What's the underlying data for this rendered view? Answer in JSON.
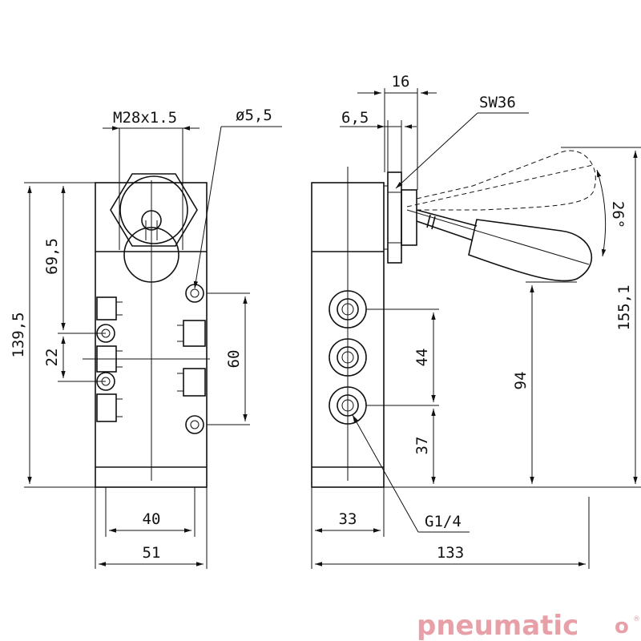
{
  "drawing": {
    "front_view": {
      "thread_label": "M28x1.5",
      "hole_label": "ø5,5",
      "height_total": "139,5",
      "height_upper": "69,5",
      "spacing_small": "22",
      "hole_spacing": "60",
      "port_spacing": "40",
      "width": "51"
    },
    "side_view": {
      "nut_width_label": "16",
      "nut_offset_label": "6,5",
      "wrench_label": "SW36",
      "angle_label": "26°",
      "port_pitch": "44",
      "port_bottom": "37",
      "lever_height": "94",
      "total_height": "155,1",
      "depth": "33",
      "port_thread": "G1/4",
      "total_length": "133"
    }
  },
  "brand": {
    "logo_text": "pneumatic",
    "logo_suffix": "o",
    "registered_mark": "®",
    "color": "#e8a0a8"
  }
}
